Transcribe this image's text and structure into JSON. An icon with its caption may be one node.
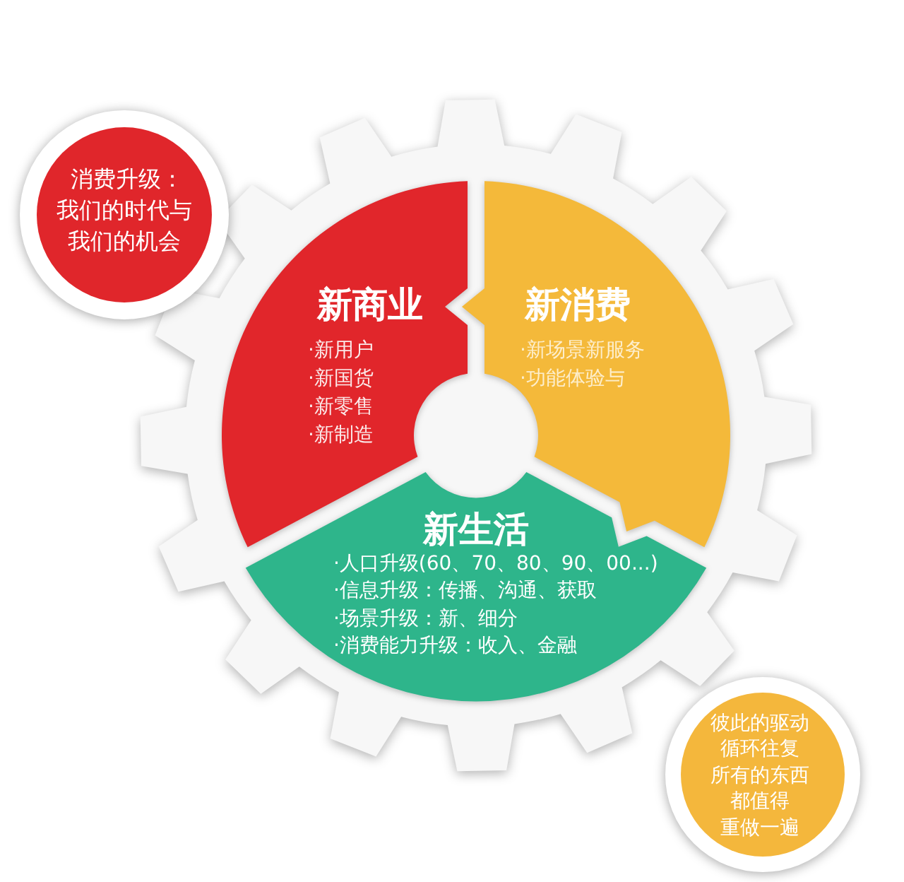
{
  "diagram": {
    "nodes": [
      {
        "text": [
          "消费升级：",
          "我们的时代与我们的机会"
        ]
      },
      {
        "text": [],
        "shape": "gear"
      },
      {
        "text": [
          "新商业",
          "·新用户",
          "·新国货",
          "·新零售",
          "·新制造"
        ],
        "in": 1
      },
      {
        "text": [
          "新消费",
          "·新场景新服务",
          "·功能体验与"
        ],
        "in": 1
      },
      {
        "text": [
          "新生活",
          "·人口升级(60、70、80、90、00...)",
          "·信息升级：传播、沟通、获取",
          "·场景升级：新、细分",
          "·消费能力升级：收入、金融"
        ],
        "in": 1
      },
      {
        "text": [
          "彼此的驱动",
          "循环往复",
          "所有的东西",
          "都值得",
          "重做一遍"
        ]
      }
    ]
  }
}
